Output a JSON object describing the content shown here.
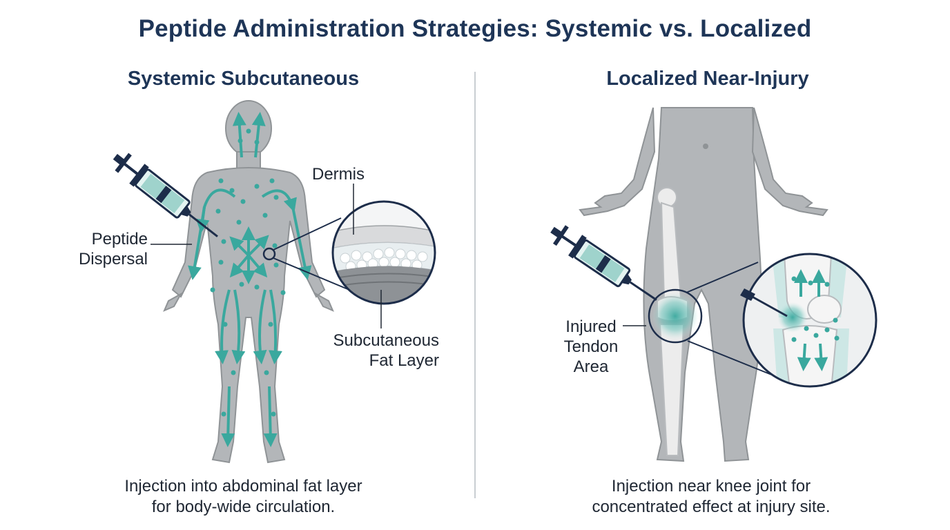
{
  "title": "Peptide Administration Strategies: Systemic vs. Localized",
  "left_panel": {
    "heading": "Systemic Subcutaneous",
    "labels": {
      "dermis": "Dermis",
      "peptide_dispersal_line1": "Peptide",
      "peptide_dispersal_line2": "Dispersal",
      "fat_layer_line1": "Subcutaneous",
      "fat_layer_line2": "Fat Layer"
    },
    "caption_line1": "Injection into abdominal fat layer",
    "caption_line2": "for body-wide circulation."
  },
  "right_panel": {
    "heading": "Localized Near-Injury",
    "labels": {
      "injured_line1": "Injured",
      "injured_line2": "Tendon",
      "injured_line3": "Area"
    },
    "caption_line1": "Injection near knee joint for",
    "caption_line2": "concentrated effect at injury site."
  },
  "colors": {
    "title": "#1e3557",
    "body": "#b3b6b9",
    "body_outline": "#8f9396",
    "teal": "#3aa89e",
    "teal_light": "#bfe3df",
    "navy": "#1d2d4a",
    "bone": "#ececec"
  }
}
